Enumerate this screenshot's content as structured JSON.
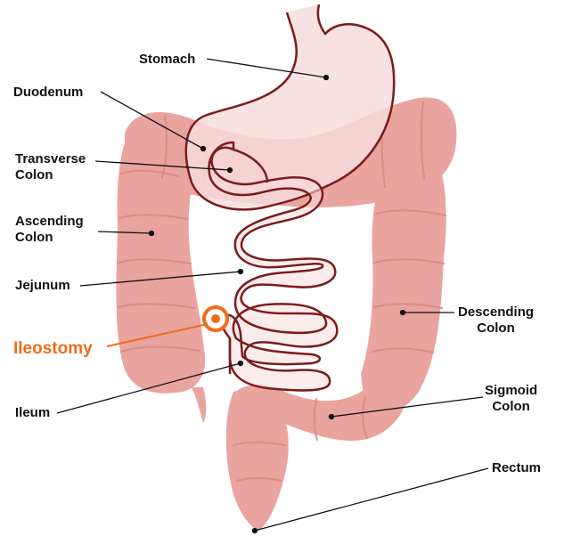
{
  "labels": {
    "stomach": "Stomach",
    "duodenum": "Duodenum",
    "transverse_colon": "Transverse\nColon",
    "ascending_colon": "Ascending\nColon",
    "jejunum": "Jejunum",
    "ileostomy": "Ileostomy",
    "ileum": "Ileum",
    "descending_colon": "Descending\nColon",
    "sigmoid_colon": "Sigmoid\nColon",
    "rectum": "Rectum"
  },
  "colors": {
    "colon_fill": "#eaa49f",
    "colon_shade": "#d98a86",
    "organ_outline": "#7a1c1c",
    "organ_fill": "#f7dcdc",
    "highlight": "#ef6c1a",
    "leader_line": "#111111"
  }
}
